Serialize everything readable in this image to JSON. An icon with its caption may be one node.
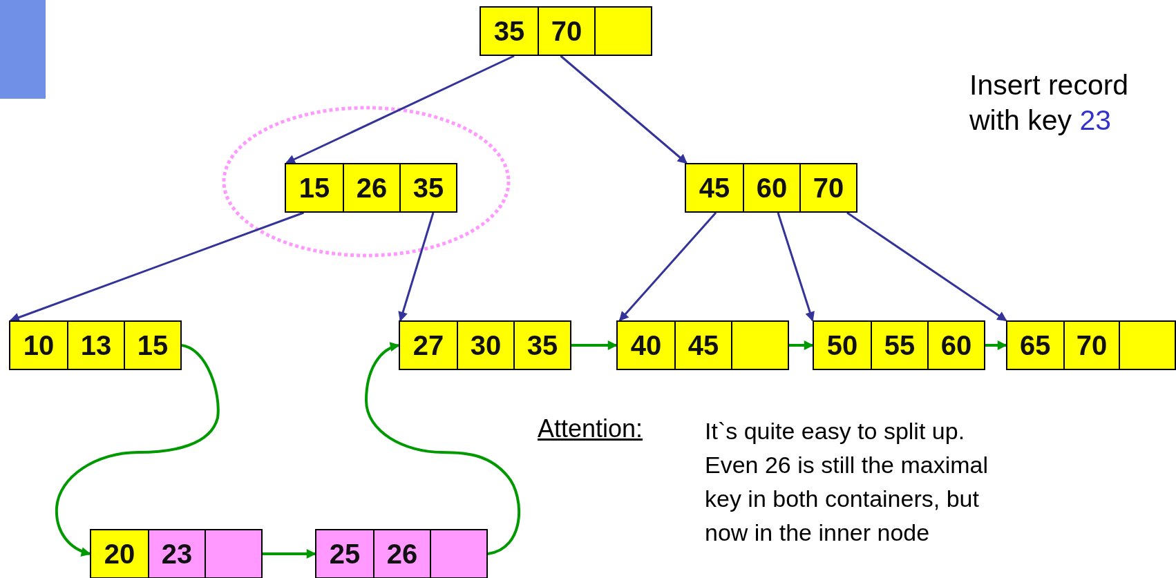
{
  "diagram": {
    "nodes": [
      {
        "text": [
          "35",
          "70"
        ]
      },
      {
        "text": [
          "15",
          "26",
          "35"
        ]
      },
      {
        "text": [
          "45",
          "60",
          "70"
        ]
      },
      {
        "text": [
          "10",
          "13",
          "15"
        ]
      },
      {
        "text": [
          "27",
          "30",
          "35"
        ]
      },
      {
        "text": [
          "40",
          "45"
        ]
      },
      {
        "text": [
          "50",
          "55",
          "60"
        ]
      },
      {
        "text": [
          "65",
          "70"
        ]
      },
      {
        "text": [
          "20",
          "23"
        ]
      },
      {
        "text": [
          "25",
          "26"
        ]
      }
    ],
    "edges": [
      {
        "from": 0,
        "to": 1,
        "arrow": "to"
      },
      {
        "from": 0,
        "to": 2,
        "arrow": "to"
      },
      {
        "from": 1,
        "to": 3,
        "arrow": "to"
      },
      {
        "from": 1,
        "to": 4,
        "arrow": "to"
      },
      {
        "from": 2,
        "to": 5,
        "arrow": "to"
      },
      {
        "from": 2,
        "to": 6,
        "arrow": "to"
      },
      {
        "from": 2,
        "to": 7,
        "arrow": "to"
      },
      {
        "from": 3,
        "to": 8,
        "arrow": "to",
        "color": "#009900"
      },
      {
        "from": 8,
        "to": 9,
        "arrow": "to",
        "color": "#009900"
      },
      {
        "from": 9,
        "to": 4,
        "arrow": "to",
        "color": "#009900"
      },
      {
        "from": 4,
        "to": 5,
        "arrow": "to",
        "color": "#009900"
      },
      {
        "from": 5,
        "to": 6,
        "arrow": "to",
        "color": "#009900"
      },
      {
        "from": 6,
        "to": 7,
        "arrow": "to",
        "color": "#009900"
      }
    ],
    "labels": [
      "Insert record with key",
      "23",
      "Attention:",
      "It`s quite easy to split up. Even 26 is still the maximal key in both containers, but now in the inner node"
    ]
  }
}
